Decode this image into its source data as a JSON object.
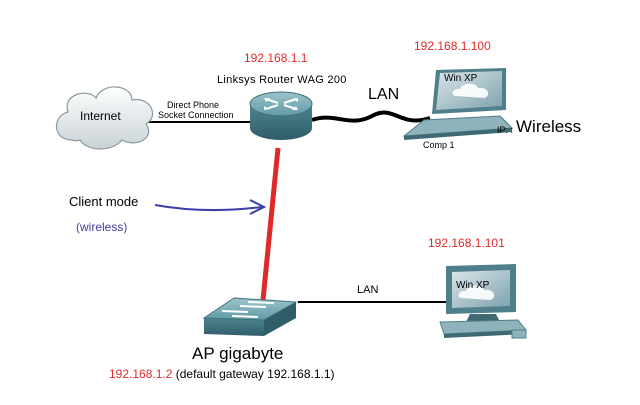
{
  "internet": {
    "label": "Internet"
  },
  "router": {
    "ip": "192.168.1.1",
    "name": "Linksys Router WAG 200"
  },
  "phone_link": {
    "label_line1": "Direct Phone",
    "label_line2": "Socket Connection"
  },
  "comp1": {
    "ip": "192.168.1.100",
    "screen_label": "Win XP",
    "name": "Comp 1",
    "ip_prefix": "IP: :",
    "wireless_label": "Wireless",
    "link_label": "LAN"
  },
  "comp2": {
    "ip": "192.168.1.101",
    "screen_label": "Win XP",
    "link_label": "LAN"
  },
  "client_mode": {
    "label": "Client mode",
    "sub_label": "(wireless)"
  },
  "ap": {
    "name": "AP gigabyte",
    "ip": "192.168.1.2",
    "gateway_note": "(default gateway 192.168.1.1)"
  },
  "colors": {
    "ip_text": "#e02a2a",
    "wireless_link": "#e02a2a",
    "client_mode_arrow": "#3b3fa8",
    "device_teal": "#4f8e9a"
  }
}
